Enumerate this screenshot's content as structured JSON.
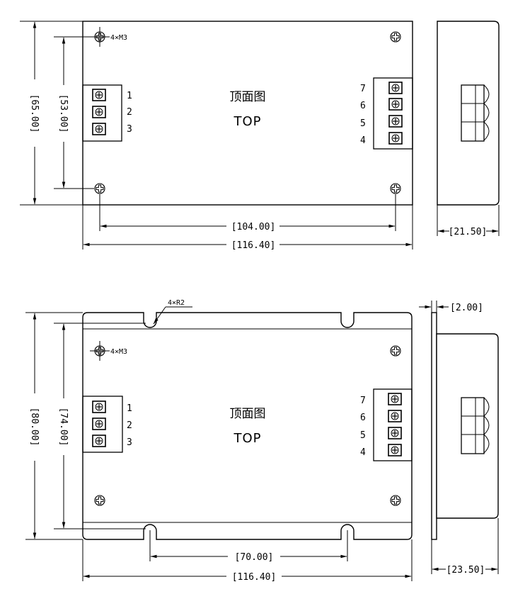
{
  "top_view": {
    "title_cn": "顶面图",
    "title_en": "TOP",
    "hole_label": "4×M3",
    "pins_left": [
      "1",
      "2",
      "3"
    ],
    "pins_right": [
      "7",
      "6",
      "5",
      "4"
    ],
    "dims": {
      "height_outer": "[65.00]",
      "height_inner": "[53.00]",
      "width_holes": "[104.00]",
      "width_outer": "[116.40]",
      "depth": "[21.50]"
    }
  },
  "bottom_view": {
    "title_cn": "顶面图",
    "title_en": "TOP",
    "hole_label": "4×M3",
    "radius_label": "4×R2",
    "pins_left": [
      "1",
      "2",
      "3"
    ],
    "pins_right": [
      "7",
      "6",
      "5",
      "4"
    ],
    "dims": {
      "height_outer": "[80.00]",
      "height_inner": "[74.00]",
      "width_slots": "[70.00]",
      "width_outer": "[116.40]",
      "flange": "[2.00]",
      "depth": "[23.50]"
    }
  }
}
